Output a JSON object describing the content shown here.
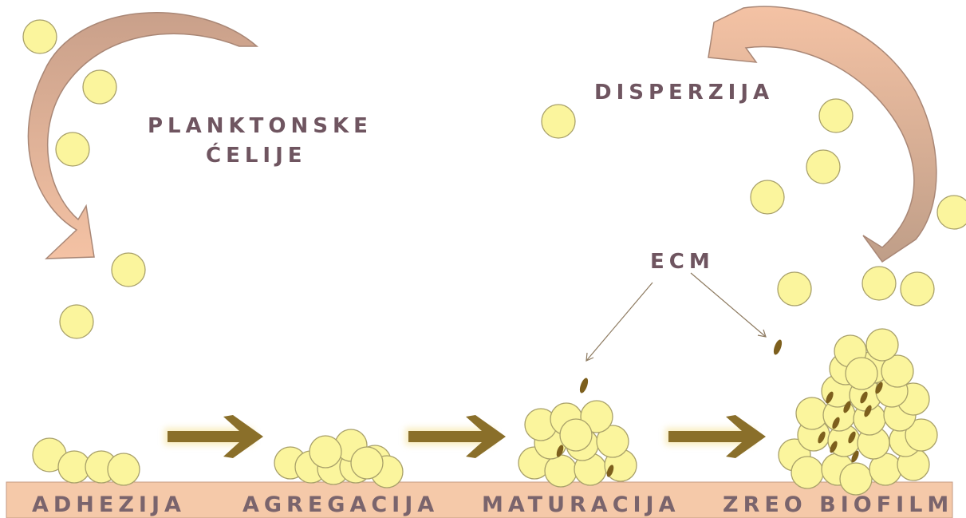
{
  "labels": {
    "planktonske_line1": "PLANKTONSKE",
    "planktonske_line2": "ĆELIJE",
    "disperzija": "DISPERZIJA",
    "ecm": "ECM"
  },
  "stages": [
    {
      "id": "adhezija",
      "label": "ADHEZIJA"
    },
    {
      "id": "agregacija",
      "label": "AGREGACIJA"
    },
    {
      "id": "maturacija",
      "label": "MATURACIJA"
    },
    {
      "id": "zreo-biofilm",
      "label": "ZREO BIOFILM"
    }
  ],
  "colors": {
    "cell_fill": "#fbf59d",
    "cell_stroke": "#a9a16a",
    "surface": "#f5c9a9",
    "arrow": "#8a6f2a",
    "curved_arrow": "#e9b598",
    "label_text": "#6f5560",
    "ecm_particle": "#7d5f1d"
  }
}
